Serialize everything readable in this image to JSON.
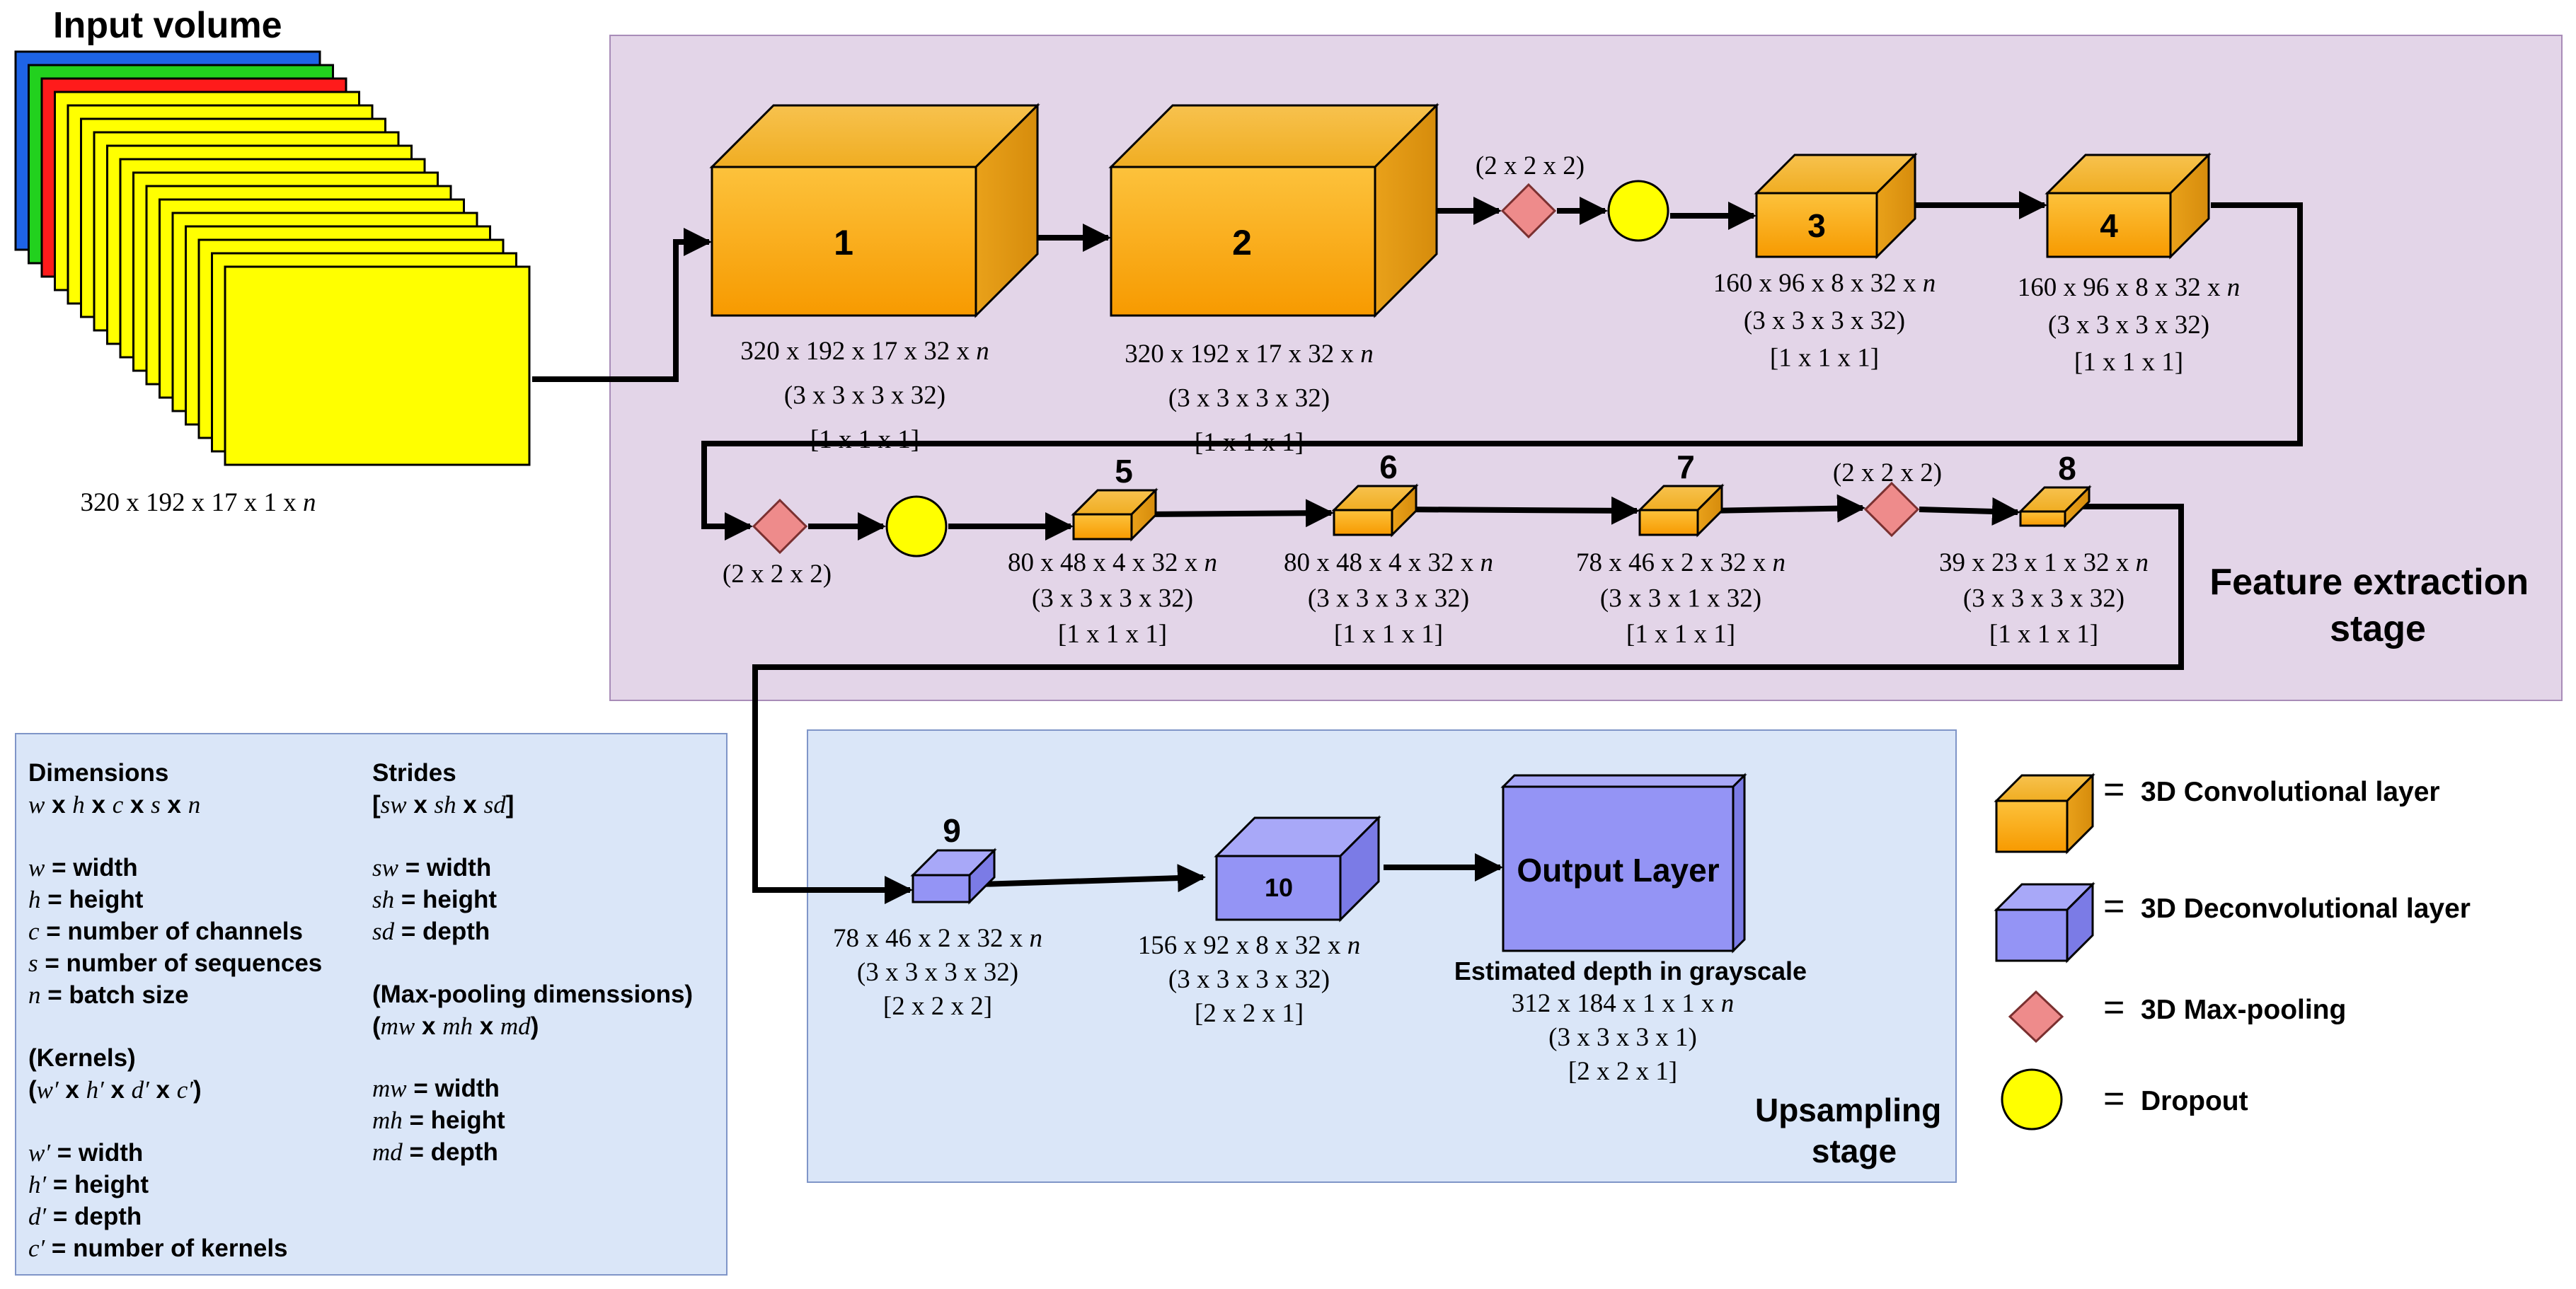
{
  "colors": {
    "conv_front": "#f9a70c",
    "conv_top": "#f5b83a",
    "conv_side": "#dc9410",
    "deconv_front": "#9494f5",
    "deconv_top": "#a8a8f8",
    "deconv_side": "#7b7be6",
    "feature_panel": "#e3d5e8",
    "upsampling_panel": "#dae6f8",
    "legend_panel": "#dae6f8",
    "maxpool": "#ee8b8b",
    "dropout": "#ffff00"
  },
  "input": {
    "title": "Input volume",
    "dims": "320 x 192 x 17 x 1 x n",
    "slice_colors": [
      "#1e64e6",
      "#22d11e",
      "#ff1b1b",
      "#ffff00"
    ]
  },
  "stages": {
    "feature_extraction": "Feature extraction stage",
    "upsampling": "Upsampling stage"
  },
  "layers": [
    {
      "id": "1",
      "type": "conv",
      "dims": "320 x 192 x 17 x 32 x n",
      "kernel": "(3 x 3 x 3 x 32)",
      "stride": "[1 x 1 x 1]"
    },
    {
      "id": "2",
      "type": "conv",
      "dims": "320 x 192 x 17 x 32 x n",
      "kernel": "(3 x 3 x 3 x 32)",
      "stride": "[1 x 1 x 1]"
    },
    {
      "id": "3",
      "type": "conv",
      "dims": "160 x 96 x 8 x 32 x n",
      "kernel": "(3 x 3 x 3 x 32)",
      "stride": "[1 x 1 x 1]"
    },
    {
      "id": "4",
      "type": "conv",
      "dims": "160 x 96 x 8 x 32 x n",
      "kernel": "(3 x 3 x 3 x 32)",
      "stride": "[1 x 1 x 1]"
    },
    {
      "id": "5",
      "type": "conv",
      "dims": "80 x 48 x 4 x 32 x n",
      "kernel": "(3 x 3 x 3 x 32)",
      "stride": "[1 x 1 x 1]"
    },
    {
      "id": "6",
      "type": "conv",
      "dims": "80 x 48 x 4 x 32 x n",
      "kernel": "(3 x 3 x 3 x 32)",
      "stride": "[1 x 1 x 1]"
    },
    {
      "id": "7",
      "type": "conv",
      "dims": "78 x 46 x 2 x 32 x n",
      "kernel": "(3 x 3 x 1 x 32)",
      "stride": "[1 x 1 x 1]"
    },
    {
      "id": "8",
      "type": "conv",
      "dims": "39 x 23 x 1 x 32 x n",
      "kernel": "(3 x 3 x 3 x 32)",
      "stride": "[1 x 1 x 1]"
    },
    {
      "id": "9",
      "type": "deconv",
      "dims": "78 x 46 x 2 x 32 x n",
      "kernel": "(3 x 3 x 3 x 32)",
      "stride": "[2 x 2 x 2]"
    },
    {
      "id": "10",
      "type": "deconv",
      "dims": "156 x 92 x 8 x 32 x n",
      "kernel": "(3 x 3 x 3 x 32)",
      "stride": "[2 x 2 x 1]"
    }
  ],
  "pools": [
    {
      "label": "(2 x 2 x 2)"
    },
    {
      "label": "(2 x 2 x 2)"
    },
    {
      "label": "(2 x 2 x 2)"
    }
  ],
  "output": {
    "title": "Output Layer",
    "caption": "Estimated depth in grayscale",
    "dims": "312 x 184 x 1 x 1 x n",
    "kernel": "(3 x 3 x 3 x 1)",
    "stride": "[2 x 2 x 1]"
  },
  "legend": {
    "conv": "3D Convolutional layer",
    "deconv": "3D Deconvolutional layer",
    "maxpool": "3D Max-pooling",
    "dropout": "Dropout",
    "eq": "="
  },
  "definitions": {
    "dimensions_title": "Dimensions",
    "dimensions_formula": "w x h x c x s x n",
    "w": "= width",
    "h": "= height",
    "c": "= number of channels",
    "s": "= number of sequences",
    "n": "= batch size",
    "kernels_title": "(Kernels)",
    "kernels_formula": "(w′ x h′ x d′ x c′)",
    "w2": "= width",
    "h2": "= height",
    "d2": "= depth",
    "c2": "= number of kernels",
    "strides_title": "Strides",
    "strides_formula": "[sw x sh x sd]",
    "sw": "= width",
    "sh": "= height",
    "sd": "= depth",
    "pool_title": "(Max-pooling dimenssions)",
    "pool_formula": "(mw x mh x md)",
    "mw": "= width",
    "mh": "= height",
    "md": "= depth"
  }
}
